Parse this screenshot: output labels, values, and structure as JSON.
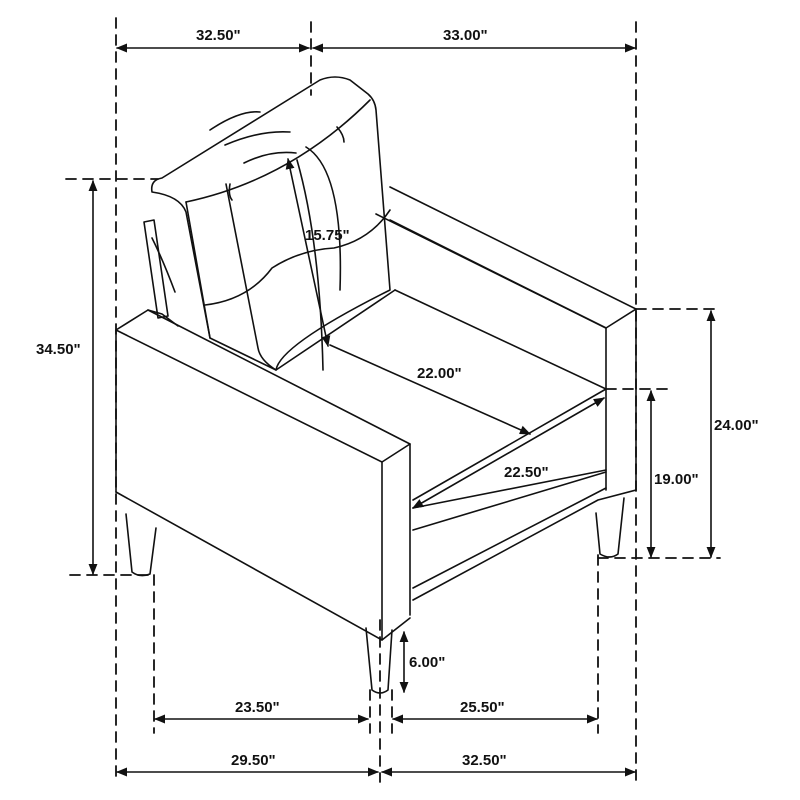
{
  "diagram": {
    "subject": "Armchair dimension drawing",
    "line_color": "#111111",
    "background": "#ffffff",
    "dimensions": {
      "top_left_width": "32.50\"",
      "top_right_width": "33.00\"",
      "overall_height": "34.50\"",
      "back_cushion_height": "15.75\"",
      "seat_depth": "22.00\"",
      "seat_width": "22.50\"",
      "arm_height": "24.00\"",
      "seat_height": "19.00\"",
      "leg_height": "6.00\"",
      "bottom_inner_left": "23.50\"",
      "bottom_inner_right": "25.50\"",
      "bottom_outer_left": "29.50\"",
      "bottom_outer_right": "32.50\""
    }
  }
}
